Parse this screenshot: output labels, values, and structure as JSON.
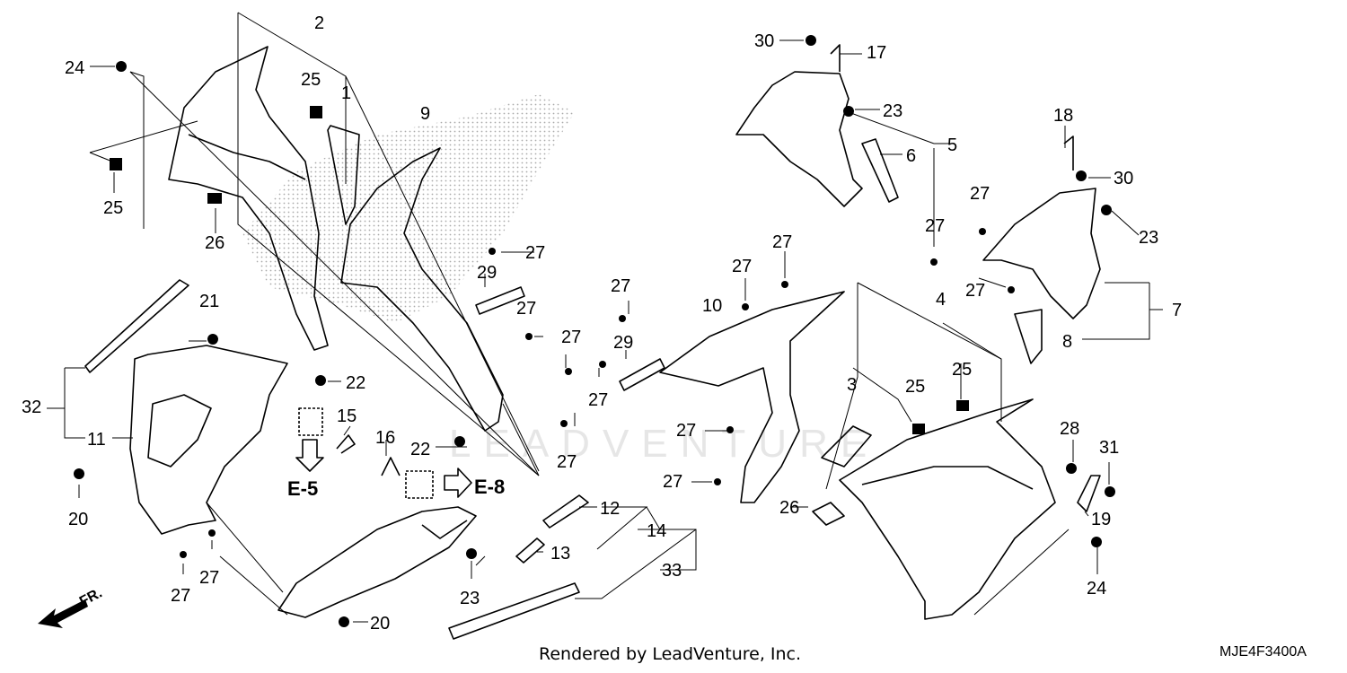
{
  "diagram": {
    "callouts": [
      "1",
      "2",
      "3",
      "4",
      "5",
      "6",
      "7",
      "8",
      "9",
      "10",
      "11",
      "12",
      "13",
      "14",
      "15",
      "16",
      "17",
      "18",
      "19",
      "20",
      "21",
      "22",
      "23",
      "24",
      "25",
      "26",
      "27",
      "28",
      "29",
      "30",
      "31",
      "32",
      "33"
    ],
    "references": {
      "e5": "E-5",
      "e8": "E-8",
      "front": "FR."
    },
    "watermark": "LEADVENTURE",
    "footer_text": "Rendered by LeadVenture, Inc.",
    "diagram_code": "MJE4F3400A",
    "colors": {
      "line": "#000000",
      "background": "#ffffff",
      "watermark": "#e6e6e6"
    }
  }
}
